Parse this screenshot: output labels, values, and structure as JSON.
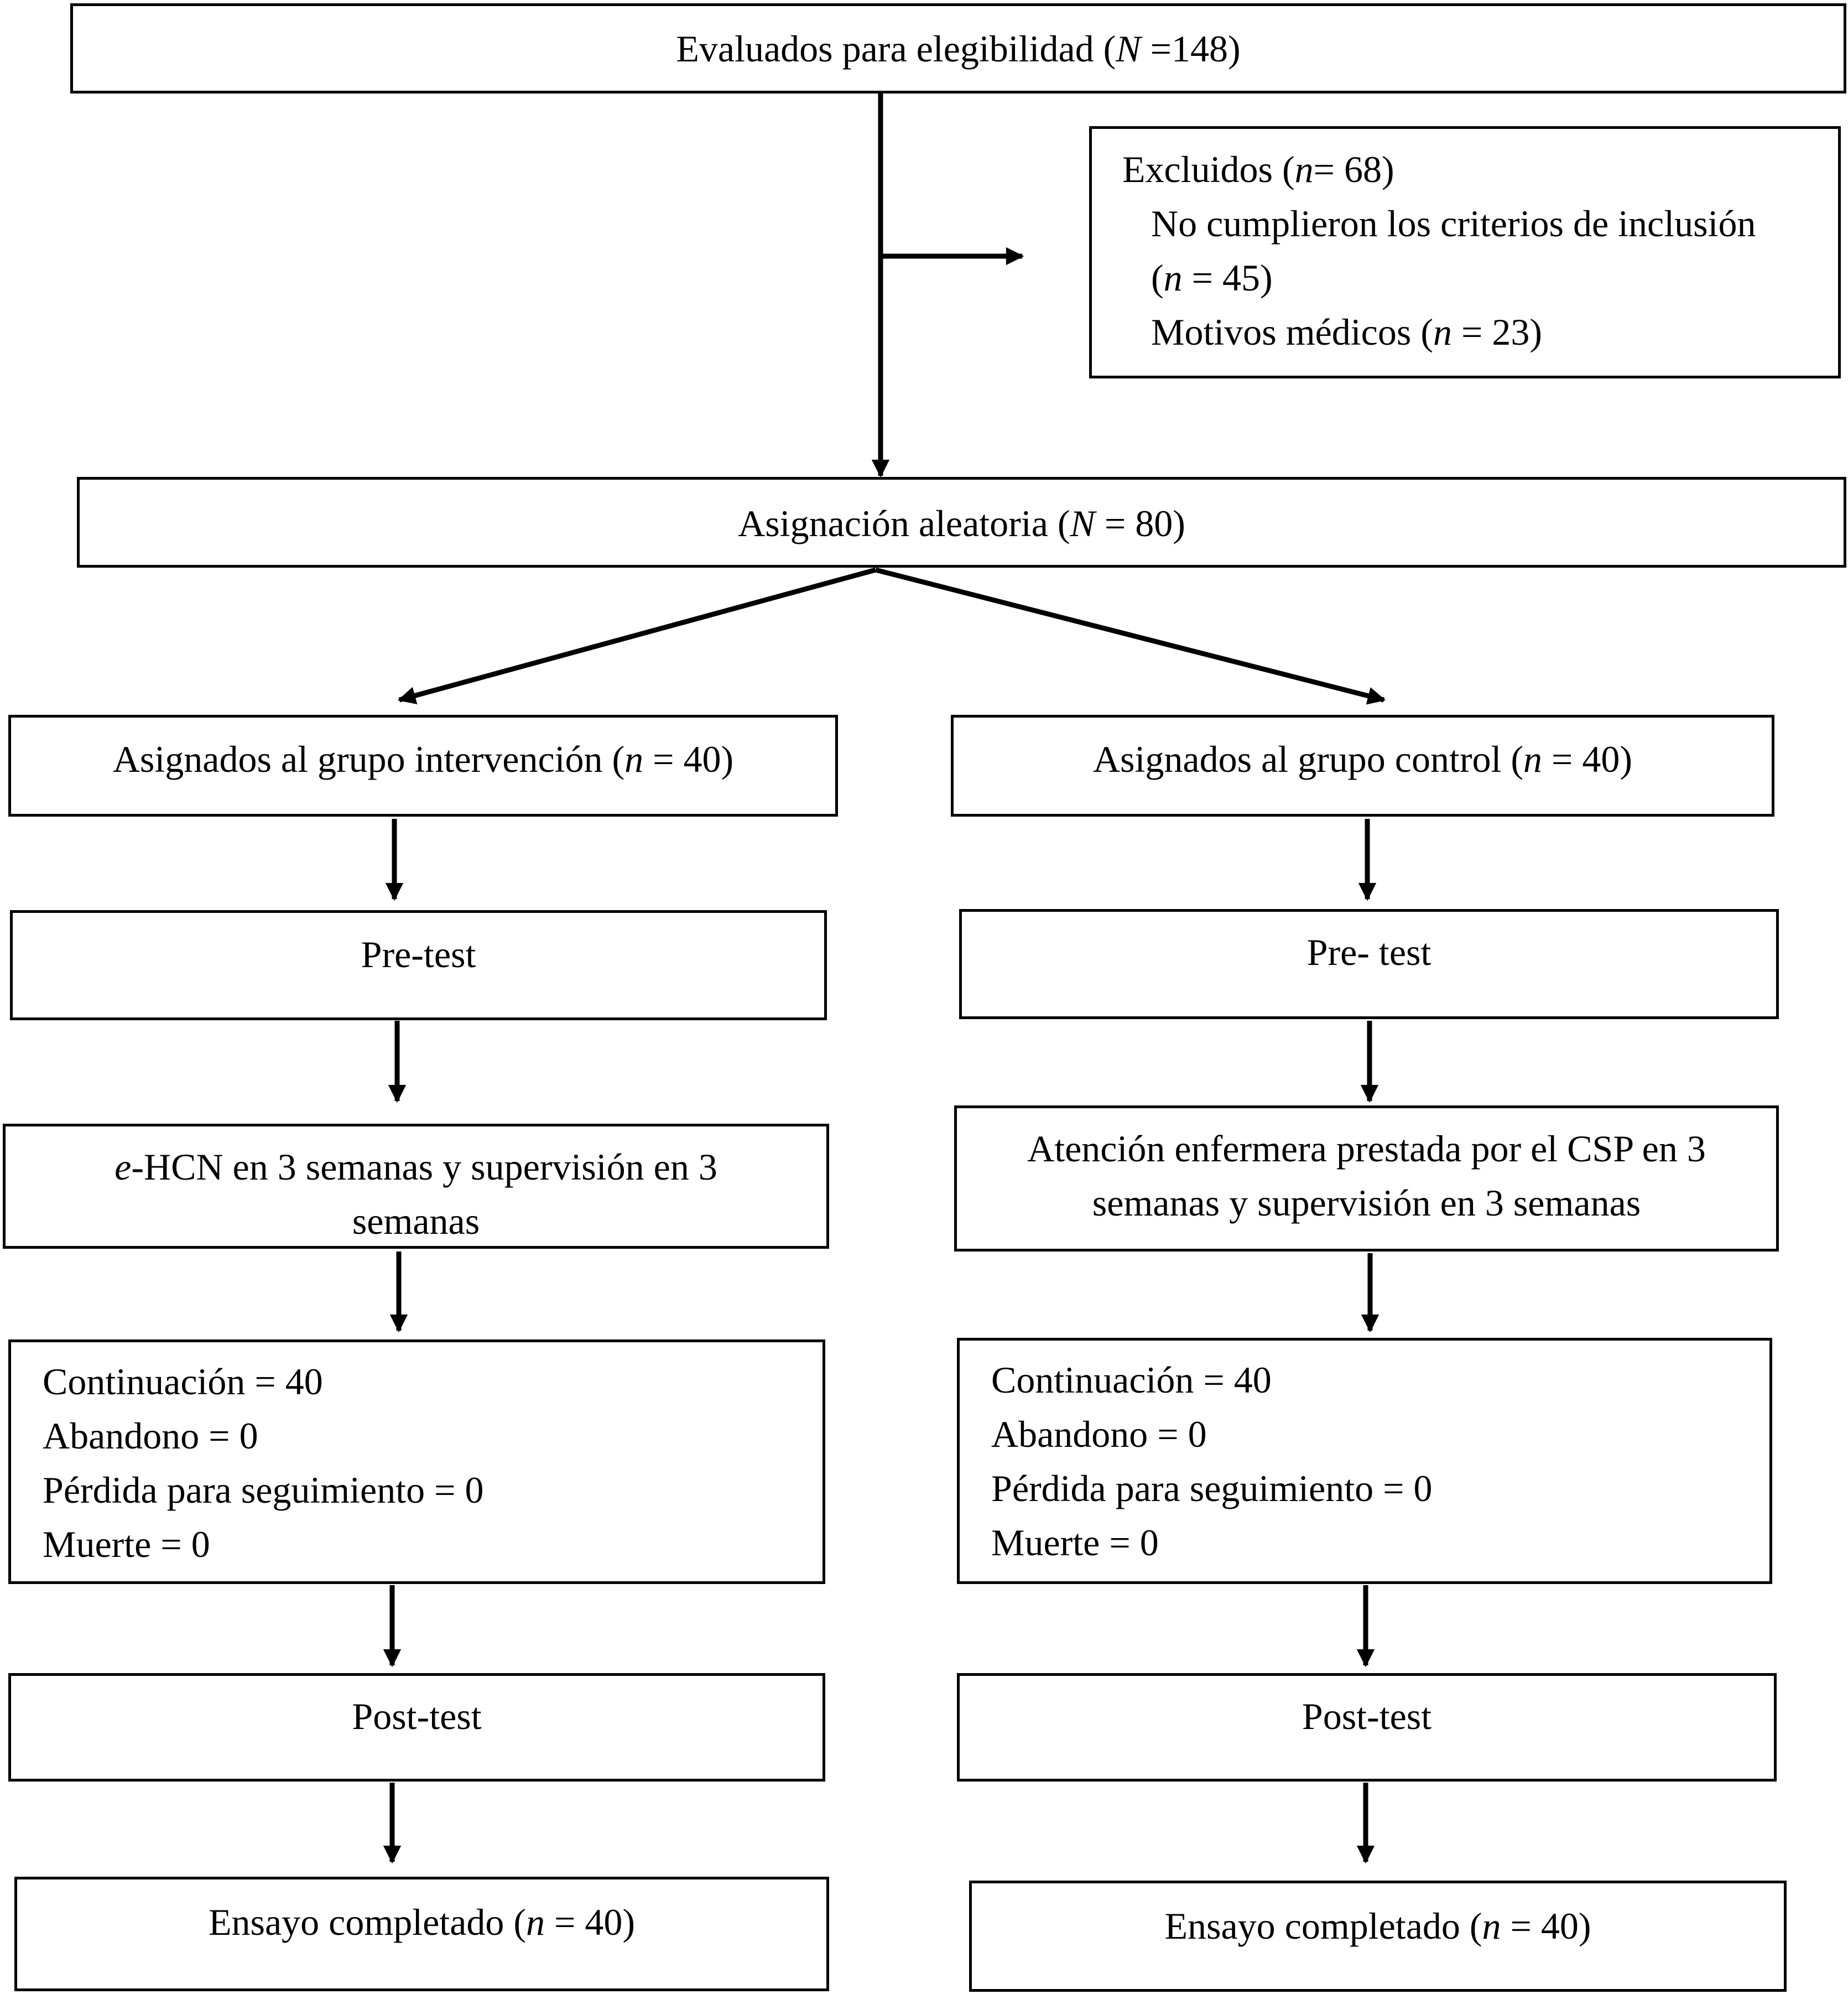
{
  "screening": {
    "pre": "Evaluados para elegibilidad (",
    "var": "N",
    "post": " =148)"
  },
  "excluded": {
    "title_pre": "Excluidos (",
    "title_var": "n",
    "title_post": "= 68)",
    "reason1_line1": "No cumplieron los criterios de inclusión",
    "reason1_pre": "(",
    "reason1_var": "n",
    "reason1_post": " = 45)",
    "reason2_pre": "Motivos médicos (",
    "reason2_var": "n",
    "reason2_post": " = 23)"
  },
  "randomization": {
    "pre": "Asignación aleatoria (",
    "var": "N",
    "post": " = 80)"
  },
  "intervention": {
    "allocated": {
      "pre": "Asignados al grupo intervención (",
      "var": "n",
      "post": " = 40)"
    },
    "pretest": "Pre-test",
    "treatment": {
      "line1_em": "e",
      "line1_rest": "-HCN en 3 semanas y supervisión en 3",
      "line2": "semanas"
    },
    "followup": [
      "Continuación = 40",
      "Abandono = 0",
      "Pérdida para seguimiento = 0",
      "Muerte = 0"
    ],
    "posttest": "Post-test",
    "completed": {
      "pre": "Ensayo completado (",
      "var": "n",
      "post": " = 40)"
    }
  },
  "control": {
    "allocated": {
      "pre": "Asignados al grupo control (",
      "var": "n",
      "post": " = 40)"
    },
    "pretest": "Pre- test",
    "treatment": {
      "line1": "Atención enfermera prestada por el CSP en 3",
      "line2": "semanas y supervisión en 3 semanas"
    },
    "followup": [
      "Continuación = 40",
      "Abandono = 0",
      "Pérdida para seguimiento = 0",
      "Muerte = 0"
    ],
    "posttest": "Post-test",
    "completed": {
      "pre": "Ensayo completado (",
      "var": "n",
      "post": " = 40)"
    }
  }
}
